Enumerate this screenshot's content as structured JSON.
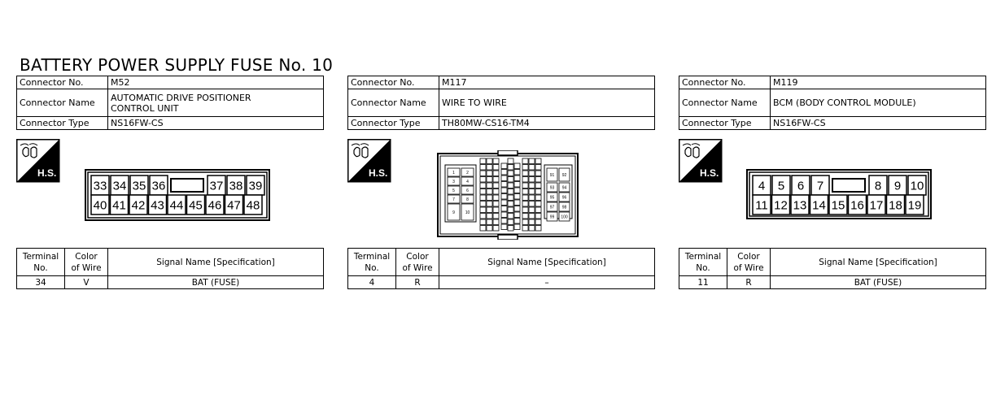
{
  "title": "BATTERY POWER SUPPLY FUSE No. 10",
  "labels": {
    "connector_no": "Connector No.",
    "connector_name": "Connector Name",
    "connector_type": "Connector Type",
    "terminal_no_line1": "Terminal",
    "terminal_no_line2": "No.",
    "color_line1": "Color",
    "color_line2": "of Wire",
    "signal_name": "Signal Name [Specification]",
    "hs_badge": "H.S."
  },
  "connectors": [
    {
      "no": "M52",
      "name_line1": "AUTOMATIC DRIVE POSITIONER",
      "name_line2": "CONTROL UNIT",
      "type": "NS16FW-CS",
      "pins_top": [
        "33",
        "34",
        "35",
        "36",
        "37",
        "38",
        "39"
      ],
      "pins_bottom": [
        "40",
        "41",
        "42",
        "43",
        "44",
        "45",
        "46",
        "47",
        "48"
      ],
      "row": {
        "terminal": "34",
        "color": "V",
        "signal": "BAT (FUSE)"
      }
    },
    {
      "no": "M117",
      "name_line1": "WIRE TO WIRE",
      "name_line2": "",
      "type": "TH80MW-CS16-TM4",
      "row": {
        "terminal": "4",
        "color": "R",
        "signal": "–"
      }
    },
    {
      "no": "M119",
      "name_line1": "BCM (BODY CONTROL MODULE)",
      "name_line2": "",
      "type": "NS16FW-CS",
      "pins_top": [
        "4",
        "5",
        "6",
        "7",
        "8",
        "9",
        "10"
      ],
      "pins_bottom": [
        "11",
        "12",
        "13",
        "14",
        "15",
        "16",
        "17",
        "18",
        "19"
      ],
      "row": {
        "terminal": "11",
        "color": "R",
        "signal": "BAT (FUSE)"
      }
    }
  ],
  "m117_pins": {
    "left": [
      "1",
      "2",
      "3",
      "4",
      "5",
      "6",
      "7",
      "8",
      "9",
      "10"
    ],
    "right": [
      "91",
      "92",
      "93",
      "94",
      "95",
      "96",
      "97",
      "98",
      "99",
      "100"
    ]
  }
}
